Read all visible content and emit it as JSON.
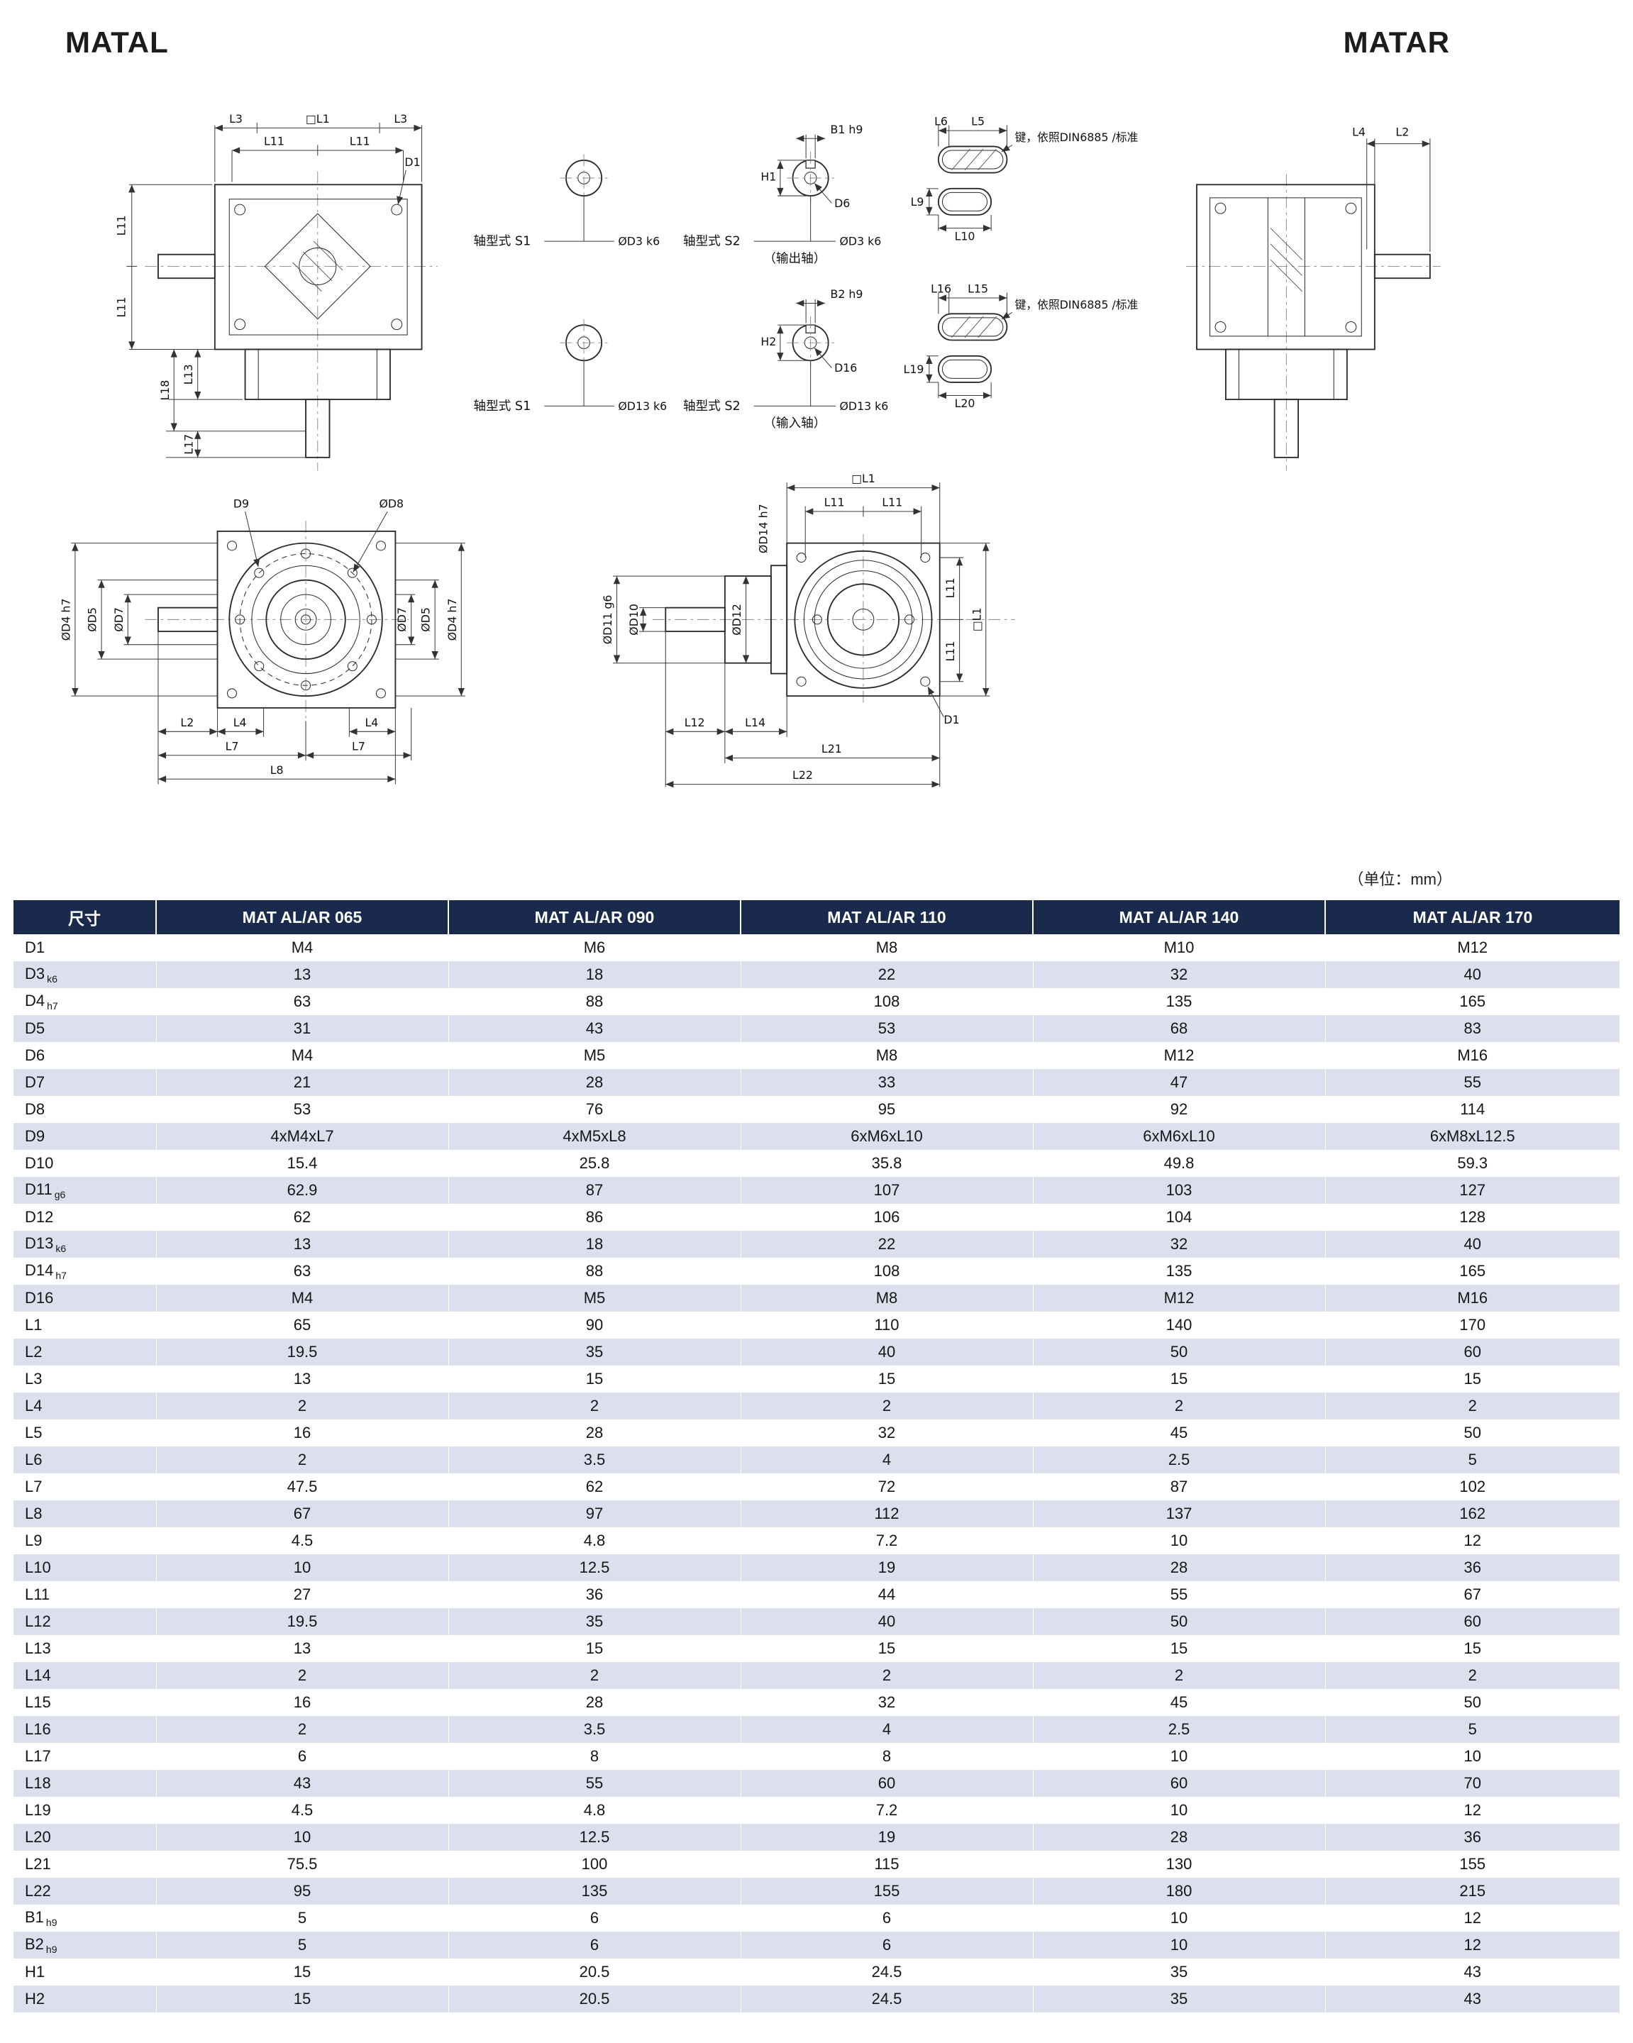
{
  "page": {
    "title_left": "MATAL",
    "title_right": "MATAR",
    "unit_note": "（单位：mm）"
  },
  "dw": {
    "front": {
      "l3a": "L3",
      "l1": "□L1",
      "l3b": "L3",
      "l11a": "L11",
      "l11b": "L11",
      "d1": "D1",
      "l11c": "L11",
      "l11d": "L11",
      "l13": "L13",
      "l18": "L18",
      "l17": "L17"
    },
    "s1_out": {
      "title": "轴型式 S1",
      "dia": "ØD3 k6"
    },
    "s2_out": {
      "title": "轴型式 S2",
      "b": "B1 h9",
      "h": "H1",
      "d": "D6",
      "dia": "ØD3 k6",
      "note": "（输出轴）"
    },
    "key_out": {
      "l6": "L6",
      "l5": "L5",
      "note": "键，依照DIN6885 /标准",
      "l9": "L9",
      "l10": "L10"
    },
    "side": {
      "l4": "L4",
      "l2": "L2"
    },
    "s1_in": {
      "title": "轴型式 S1",
      "dia": "ØD13 k6"
    },
    "s2_in": {
      "title": "轴型式 S2",
      "b": "B2 h9",
      "h": "H2",
      "d": "D16",
      "dia": "ØD13 k6",
      "note": "（输入轴）"
    },
    "key_in": {
      "l16": "L16",
      "l15": "L15",
      "note": "键，依照DIN6885 /标准",
      "l19": "L19",
      "l20": "L20"
    },
    "bl": {
      "d9": "D9",
      "d8": "ØD8",
      "d4l": "ØD4 h7",
      "d5l": "ØD5",
      "d7l": "ØD7",
      "d7r": "ØD7",
      "d5r": "ØD5",
      "d4r": "ØD4 h7",
      "l2": "L2",
      "l4a": "L4",
      "l4b": "L4",
      "l7a": "L7",
      "l7b": "L7",
      "l8": "L8"
    },
    "bm": {
      "l1t": "□L1",
      "l11a": "L11",
      "l11b": "L11",
      "d14": "ØD14 h7",
      "d11": "ØD11 g6",
      "d10": "ØD10",
      "d12": "ØD12",
      "l11c": "L11",
      "l11d": "L11",
      "l1r": "□L1",
      "d1": "D1",
      "l12": "L12",
      "l14": "L14",
      "l21": "L21",
      "l22": "L22"
    }
  },
  "table": {
    "headers": [
      "尺寸",
      "MAT AL/AR 065",
      "MAT AL/AR 090",
      "MAT AL/AR 110",
      "MAT AL/AR 140",
      "MAT AL/AR 170"
    ],
    "rows": [
      {
        "d": "D1",
        "s": "",
        "v": [
          "M4",
          "M6",
          "M8",
          "M10",
          "M12"
        ]
      },
      {
        "d": "D3",
        "s": "k6",
        "v": [
          "13",
          "18",
          "22",
          "32",
          "40"
        ]
      },
      {
        "d": "D4",
        "s": "h7",
        "v": [
          "63",
          "88",
          "108",
          "135",
          "165"
        ]
      },
      {
        "d": "D5",
        "s": "",
        "v": [
          "31",
          "43",
          "53",
          "68",
          "83"
        ]
      },
      {
        "d": "D6",
        "s": "",
        "v": [
          "M4",
          "M5",
          "M8",
          "M12",
          "M16"
        ]
      },
      {
        "d": "D7",
        "s": "",
        "v": [
          "21",
          "28",
          "33",
          "47",
          "55"
        ]
      },
      {
        "d": "D8",
        "s": "",
        "v": [
          "53",
          "76",
          "95",
          "92",
          "114"
        ]
      },
      {
        "d": "D9",
        "s": "",
        "v": [
          "4xM4xL7",
          "4xM5xL8",
          "6xM6xL10",
          "6xM6xL10",
          "6xM8xL12.5"
        ]
      },
      {
        "d": "D10",
        "s": "",
        "v": [
          "15.4",
          "25.8",
          "35.8",
          "49.8",
          "59.3"
        ]
      },
      {
        "d": "D11",
        "s": "g6",
        "v": [
          "62.9",
          "87",
          "107",
          "103",
          "127"
        ]
      },
      {
        "d": "D12",
        "s": "",
        "v": [
          "62",
          "86",
          "106",
          "104",
          "128"
        ]
      },
      {
        "d": "D13",
        "s": "k6",
        "v": [
          "13",
          "18",
          "22",
          "32",
          "40"
        ]
      },
      {
        "d": "D14",
        "s": "h7",
        "v": [
          "63",
          "88",
          "108",
          "135",
          "165"
        ]
      },
      {
        "d": "D16",
        "s": "",
        "v": [
          "M4",
          "M5",
          "M8",
          "M12",
          "M16"
        ]
      },
      {
        "d": "L1",
        "s": "",
        "v": [
          "65",
          "90",
          "110",
          "140",
          "170"
        ]
      },
      {
        "d": "L2",
        "s": "",
        "v": [
          "19.5",
          "35",
          "40",
          "50",
          "60"
        ]
      },
      {
        "d": "L3",
        "s": "",
        "v": [
          "13",
          "15",
          "15",
          "15",
          "15"
        ]
      },
      {
        "d": "L4",
        "s": "",
        "v": [
          "2",
          "2",
          "2",
          "2",
          "2"
        ]
      },
      {
        "d": "L5",
        "s": "",
        "v": [
          "16",
          "28",
          "32",
          "45",
          "50"
        ]
      },
      {
        "d": "L6",
        "s": "",
        "v": [
          "2",
          "3.5",
          "4",
          "2.5",
          "5"
        ]
      },
      {
        "d": "L7",
        "s": "",
        "v": [
          "47.5",
          "62",
          "72",
          "87",
          "102"
        ]
      },
      {
        "d": "L8",
        "s": "",
        "v": [
          "67",
          "97",
          "112",
          "137",
          "162"
        ]
      },
      {
        "d": "L9",
        "s": "",
        "v": [
          "4.5",
          "4.8",
          "7.2",
          "10",
          "12"
        ]
      },
      {
        "d": "L10",
        "s": "",
        "v": [
          "10",
          "12.5",
          "19",
          "28",
          "36"
        ]
      },
      {
        "d": "L11",
        "s": "",
        "v": [
          "27",
          "36",
          "44",
          "55",
          "67"
        ]
      },
      {
        "d": "L12",
        "s": "",
        "v": [
          "19.5",
          "35",
          "40",
          "50",
          "60"
        ]
      },
      {
        "d": "L13",
        "s": "",
        "v": [
          "13",
          "15",
          "15",
          "15",
          "15"
        ]
      },
      {
        "d": "L14",
        "s": "",
        "v": [
          "2",
          "2",
          "2",
          "2",
          "2"
        ]
      },
      {
        "d": "L15",
        "s": "",
        "v": [
          "16",
          "28",
          "32",
          "45",
          "50"
        ]
      },
      {
        "d": "L16",
        "s": "",
        "v": [
          "2",
          "3.5",
          "4",
          "2.5",
          "5"
        ]
      },
      {
        "d": "L17",
        "s": "",
        "v": [
          "6",
          "8",
          "8",
          "10",
          "10"
        ]
      },
      {
        "d": "L18",
        "s": "",
        "v": [
          "43",
          "55",
          "60",
          "60",
          "70"
        ]
      },
      {
        "d": "L19",
        "s": "",
        "v": [
          "4.5",
          "4.8",
          "7.2",
          "10",
          "12"
        ]
      },
      {
        "d": "L20",
        "s": "",
        "v": [
          "10",
          "12.5",
          "19",
          "28",
          "36"
        ]
      },
      {
        "d": "L21",
        "s": "",
        "v": [
          "75.5",
          "100",
          "115",
          "130",
          "155"
        ]
      },
      {
        "d": "L22",
        "s": "",
        "v": [
          "95",
          "135",
          "155",
          "180",
          "215"
        ]
      },
      {
        "d": "B1",
        "s": "h9",
        "v": [
          "5",
          "6",
          "6",
          "10",
          "12"
        ]
      },
      {
        "d": "B2",
        "s": "h9",
        "v": [
          "5",
          "6",
          "6",
          "10",
          "12"
        ]
      },
      {
        "d": "H1",
        "s": "",
        "v": [
          "15",
          "20.5",
          "24.5",
          "35",
          "43"
        ]
      },
      {
        "d": "H2",
        "s": "",
        "v": [
          "15",
          "20.5",
          "24.5",
          "35",
          "43"
        ]
      }
    ]
  }
}
